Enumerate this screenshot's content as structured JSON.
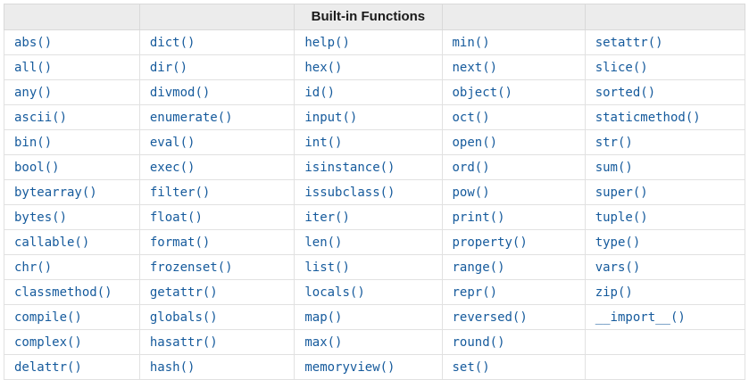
{
  "table": {
    "header": {
      "title": "Built-in Functions",
      "title_column_index": 2,
      "column_count": 5
    },
    "rows": [
      [
        "abs()",
        "dict()",
        "help()",
        "min()",
        "setattr()"
      ],
      [
        "all()",
        "dir()",
        "hex()",
        "next()",
        "slice()"
      ],
      [
        "any()",
        "divmod()",
        "id()",
        "object()",
        "sorted()"
      ],
      [
        "ascii()",
        "enumerate()",
        "input()",
        "oct()",
        "staticmethod()"
      ],
      [
        "bin()",
        "eval()",
        "int()",
        "open()",
        "str()"
      ],
      [
        "bool()",
        "exec()",
        "isinstance()",
        "ord()",
        "sum()"
      ],
      [
        "bytearray()",
        "filter()",
        "issubclass()",
        "pow()",
        "super()"
      ],
      [
        "bytes()",
        "float()",
        "iter()",
        "print()",
        "tuple()"
      ],
      [
        "callable()",
        "format()",
        "len()",
        "property()",
        "type()"
      ],
      [
        "chr()",
        "frozenset()",
        "list()",
        "range()",
        "vars()"
      ],
      [
        "classmethod()",
        "getattr()",
        "locals()",
        "repr()",
        "zip()"
      ],
      [
        "compile()",
        "globals()",
        "map()",
        "reversed()",
        "__import__()"
      ],
      [
        "complex()",
        "hasattr()",
        "max()",
        "round()",
        ""
      ],
      [
        "delattr()",
        "hash()",
        "memoryview()",
        "set()",
        ""
      ]
    ]
  },
  "colors": {
    "link_blue": "#155a9c",
    "header_background": "#ececec",
    "header_text": "#1a1a1a",
    "outer_border": "#c6c6c6",
    "inner_border": "#e1e1e1"
  }
}
